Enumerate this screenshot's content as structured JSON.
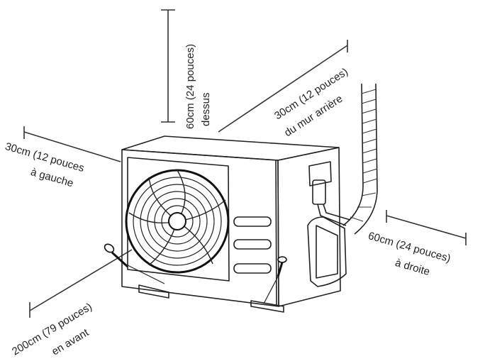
{
  "colors": {
    "ink": "#222222",
    "line": "#333333",
    "background": "#ffffff"
  },
  "clearances": {
    "top": {
      "distance": "60cm (24 pouces)",
      "direction": "dessus"
    },
    "rear": {
      "distance": "30cm (12 pouces)",
      "direction": "du mur arrière"
    },
    "left": {
      "distance": "30cm (12 pouces",
      "direction": "à gauche"
    },
    "right": {
      "distance": "60cm (24 pouces)",
      "direction": "à droite"
    },
    "front": {
      "distance": "200cm (79 pouces)",
      "direction": "en avant"
    }
  }
}
